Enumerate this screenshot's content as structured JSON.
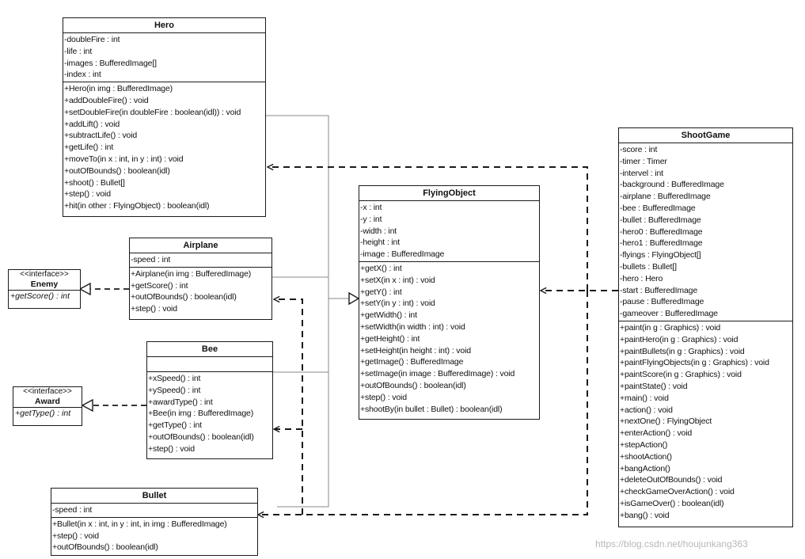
{
  "classes": {
    "hero": {
      "name": "Hero",
      "attributes": [
        "-doubleFire : int",
        "-life : int",
        "-images : BufferedImage[]",
        "-index : int"
      ],
      "operations": [
        "+Hero(in img : BufferedImage)",
        "+addDoubleFire() : void",
        "+setDoubleFire(in doubleFire : boolean(idl)) : void",
        "+addLift() : void",
        "+subtractLife() : void",
        "+getLife() : int",
        "+moveTo(in x : int, in y : int) : void",
        "+outOfBounds() : boolean(idl)",
        "+shoot() : Bullet[]",
        "+step() : void",
        "+hit(in other : FlyingObject) : boolean(idl)"
      ]
    },
    "airplane": {
      "name": "Airplane",
      "attributes": [
        "-speed : int"
      ],
      "operations": [
        "+Airplane(in img : BufferedImage)",
        "+getScore() : int",
        "+outOfBounds() : boolean(idl)",
        "+step() : void"
      ]
    },
    "bee": {
      "name": "Bee",
      "attributes": [],
      "operations": [
        "+xSpeed() : int",
        "+ySpeed() : int",
        "+awardType() : int",
        "+Bee(in img : BufferedImage)",
        "+getType() : int",
        "+outOfBounds() : boolean(idl)",
        "+step() : void"
      ]
    },
    "bullet": {
      "name": "Bullet",
      "attributes": [
        "-speed : int"
      ],
      "operations": [
        "+Bullet(in x : int, in y : int, in img : BufferedImage)",
        "+step() : void",
        "+outOfBounds() : boolean(idl)"
      ]
    },
    "flying_object": {
      "name": "FlyingObject",
      "attributes": [
        "-x : int",
        "-y : int",
        "-width : int",
        "-height : int",
        "-image : BufferedImage"
      ],
      "operations": [
        "+getX() : int",
        "+setX(in x : int) : void",
        "+getY() : int",
        "+setY(in y : int) : void",
        "+getWidth() : int",
        "+setWidth(in width : int) : void",
        "+getHeight() : int",
        "+setHeight(in height : int) : void",
        "+getImage() : BufferedImage",
        "+setImage(in image : BufferedImage) : void",
        "+outOfBounds() : boolean(idl)",
        "+step() : void",
        "+shootBy(in bullet : Bullet) : boolean(idl)"
      ]
    },
    "shoot_game": {
      "name": "ShootGame",
      "attributes": [
        "-score : int",
        "-timer : Timer",
        "-intervel : int",
        "-background : BufferedImage",
        "-airplane : BufferedImage",
        "-bee : BufferedImage",
        "-bullet : BufferedImage",
        "-hero0 : BufferedImage",
        "-hero1 : BufferedImage",
        "-flyings : FlyingObject[]",
        "-bullets : Bullet[]",
        "-hero : Hero",
        "-start : BufferedImage",
        "-pause : BufferedImage",
        "-gameover : BufferedImage"
      ],
      "operations": [
        "+paint(in g : Graphics) : void",
        "+paintHero(in g : Graphics) : void",
        "+paintBullets(in g : Graphics) : void",
        "+paintFlyingObjects(in g : Graphics) : void",
        "+paintScore(in g : Graphics) : void",
        "+paintState() : void",
        "+main() : void",
        "+action() : void",
        "+nextOne() : FlyingObject",
        "+enterAction() : void",
        "+stepAction()",
        "+shootAction()",
        "+bangAction()",
        "+deleteOutOfBounds() : void",
        "+checkGameOverAction() : void",
        "+isGameOver() : boolean(idl)",
        "+bang() : void"
      ]
    }
  },
  "interfaces": {
    "enemy": {
      "stereotype": "<<interface>>",
      "name": "Enemy",
      "operation": "+getScore() : int"
    },
    "award": {
      "stereotype": "<<interface>>",
      "name": "Award",
      "operation": "+getType() : int"
    }
  },
  "watermark": "https://blog.csdn.net/houjunkang363"
}
